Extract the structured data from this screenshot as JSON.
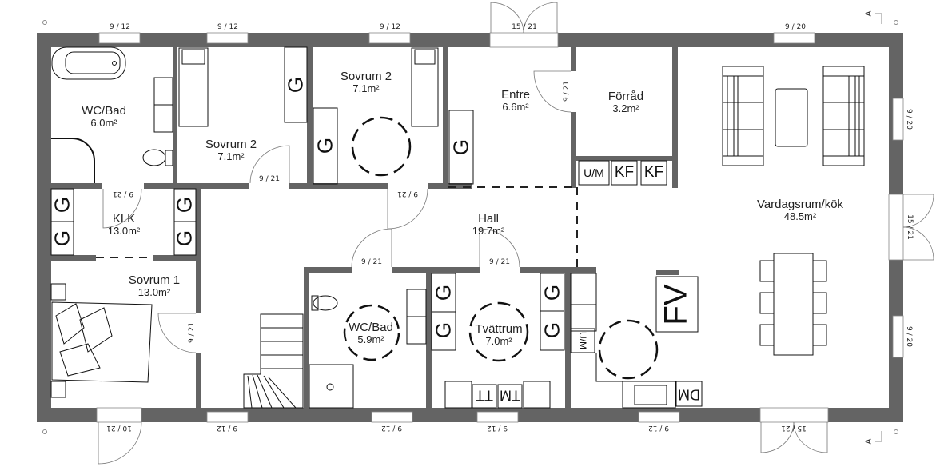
{
  "plan": {
    "wall_color": "#646464",
    "line_color": "#111111",
    "rooms": [
      {
        "name": "WC/Bad",
        "area": "6.0m²"
      },
      {
        "name": "Sovrum 2",
        "area": "7.1m²"
      },
      {
        "name": "Sovrum 2",
        "area": "7.1m²"
      },
      {
        "name": "Entre",
        "area": "6.6m²"
      },
      {
        "name": "Förråd",
        "area": "3.2m²"
      },
      {
        "name": "Vardagsrum/kök",
        "area": "48.5m²"
      },
      {
        "name": "KLK",
        "area": "13.0m²"
      },
      {
        "name": "Hall",
        "area": "19.7m²"
      },
      {
        "name": "Sovrum 1",
        "area": "13.0m²"
      },
      {
        "name": "WC/Bad",
        "area": "5.9m²"
      },
      {
        "name": "Tvättrum",
        "area": "7.0m²"
      }
    ],
    "dimensions": {
      "top_win_1": "9 / 12",
      "top_win_2": "9 / 12",
      "top_win_3": "9 / 12",
      "entry_door": "15 / 21",
      "top_win_4": "9 / 20",
      "right_win_1": "9 / 20",
      "right_door": "15 / 21",
      "right_win_2": "9 / 20",
      "bottom_door_left": "10 / 21",
      "bottom_win_1": "9 / 12",
      "bottom_win_2": "9 / 12",
      "bottom_win_3": "9 / 12",
      "bottom_win_4": "9 / 12",
      "bottom_door_right": "15 / 21",
      "door_sovrum2a": "9 / 21",
      "door_klk": "9 / 21",
      "door_sovrum2b": "9 / 21",
      "door_forrad": "9 / 21",
      "door_sovrum1": "9 / 21",
      "door_wc2": "9 / 21",
      "door_tvatt": "9 / 21"
    },
    "symbols": {
      "wardrobe": "G",
      "utility": "U/M",
      "fridge_freezer": "KF",
      "dryer": "TT",
      "washer": "TM",
      "dishwasher": "DM",
      "stove": "FV",
      "section_marker": "A"
    }
  }
}
